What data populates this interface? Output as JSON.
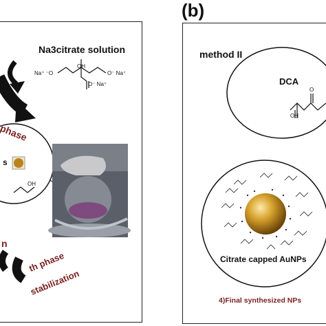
{
  "panel_b": {
    "label": "(b)",
    "method": "method  II",
    "dca_label": "DCA",
    "caption": "4)Final synthesized NPs",
    "np_label": "Citrate capped AuNPs"
  },
  "panel_a": {
    "solution": "Na3citrate solution",
    "phase_partial": "phase",
    "growth_partial": "th phase",
    "stabilization_partial": "stabilization",
    "n_partial": "n",
    "s_partial": "s",
    "oh_partial": "OH"
  },
  "chem": {
    "oh": "OH",
    "na1": "Na⁺ ⁻O",
    "na2": "O⁻ Na⁺",
    "na3": "O⁻ Na⁺",
    "o1": "O",
    "o2": "O",
    "oh_dca": "OH",
    "o_dca": "O"
  },
  "colors": {
    "accent": "#7a1f1f",
    "gold": "#c8961e",
    "frame": "#222222"
  }
}
